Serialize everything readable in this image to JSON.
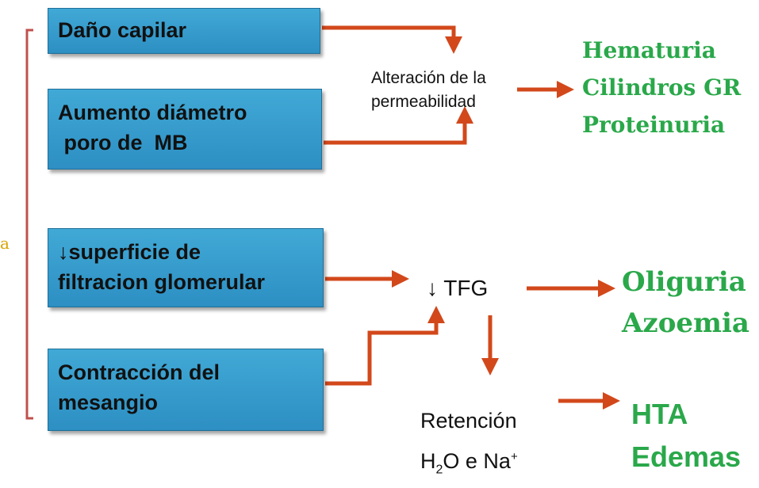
{
  "causes": {
    "dano_capilar": [
      "Daño capilar"
    ],
    "aumento_diametro": [
      "Aumento diámetro",
      " poro de  MB"
    ],
    "superficie": [
      "↓superficie de",
      "filtracion glomerular"
    ],
    "contraccion": [
      "Contracción del",
      "mesangio"
    ]
  },
  "intermediates": {
    "alteracion": [
      "Alteración de la",
      "permeabilidad"
    ],
    "tfg": "↓ TFG",
    "retencion_line1": "Retención",
    "retencion_h": "H",
    "retencion_sub2": "2",
    "retencion_rest": "O e Na",
    "retencion_sup": "+"
  },
  "outcomes": {
    "permeabilidad": [
      "Hematuria",
      "Cilindros GR",
      "Proteinuria"
    ],
    "tfg": [
      "Oliguria",
      "Azoemia"
    ],
    "retencion": [
      "HTA",
      "Edemas"
    ]
  },
  "side_label": "a",
  "colors": {
    "box_fill": "#3aa0d0",
    "arrow": "#d2481b",
    "bracket": "#c0504d",
    "outcome_green": "#2aa84a",
    "side_label": "#d9a300"
  }
}
